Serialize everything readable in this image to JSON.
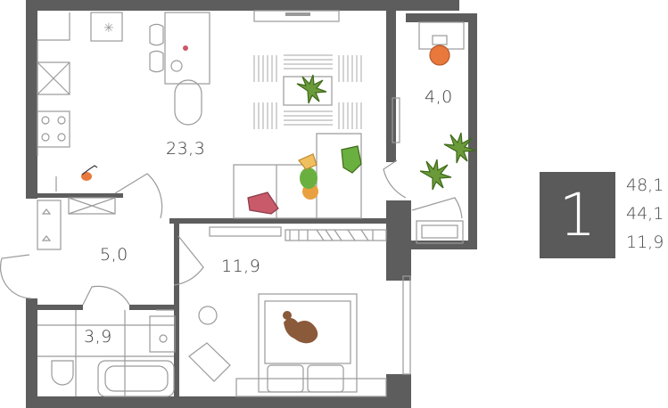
{
  "rooms": {
    "kitchen_living": "23,3",
    "balcony": "4,0",
    "hall": "5,0",
    "bedroom": "11,9",
    "bathroom": "3,9"
  },
  "summary": {
    "room_count": "1",
    "total_area": "48,1",
    "living_area": "44,1",
    "room_area": "11,9"
  },
  "colors": {
    "wall": "#5d5d5d",
    "line": "#9a9a9a",
    "plant": "#6a9a3a",
    "pillow": "#c95a6a",
    "chair": "#e8783c",
    "dog": "#8a5a3a"
  }
}
